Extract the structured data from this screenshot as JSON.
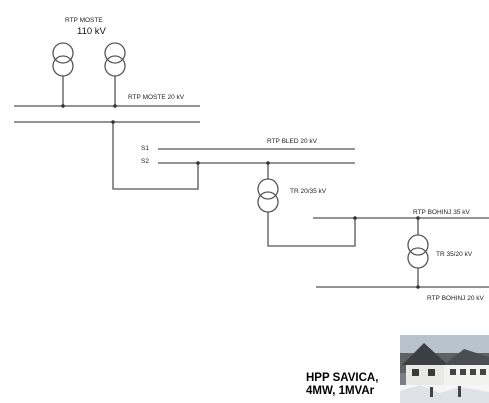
{
  "labels": {
    "rtp_moste": "RTP MOSTE",
    "rtp_moste_kv": "110 kV",
    "rtp_moste_20kv": "RTP MOSTE 20 kV",
    "rtp_bled_20kv": "RTP BLED 20 kV",
    "feeder_s1": "S1",
    "feeder_s2": "S2",
    "tr_20_35": "TR 20/35 kV",
    "rtp_bohinj_35": "RTP BOHINJ 35 kV",
    "tr_35_20": "TR 35/20 kV",
    "rtp_bohinj_20": "RTP BOHINJ 20 kV"
  },
  "hpp": {
    "line1": "HPP SAVICA,",
    "line2": "4MW, 1MVAr"
  },
  "colors": {
    "line": "#555555",
    "text": "#222222"
  }
}
